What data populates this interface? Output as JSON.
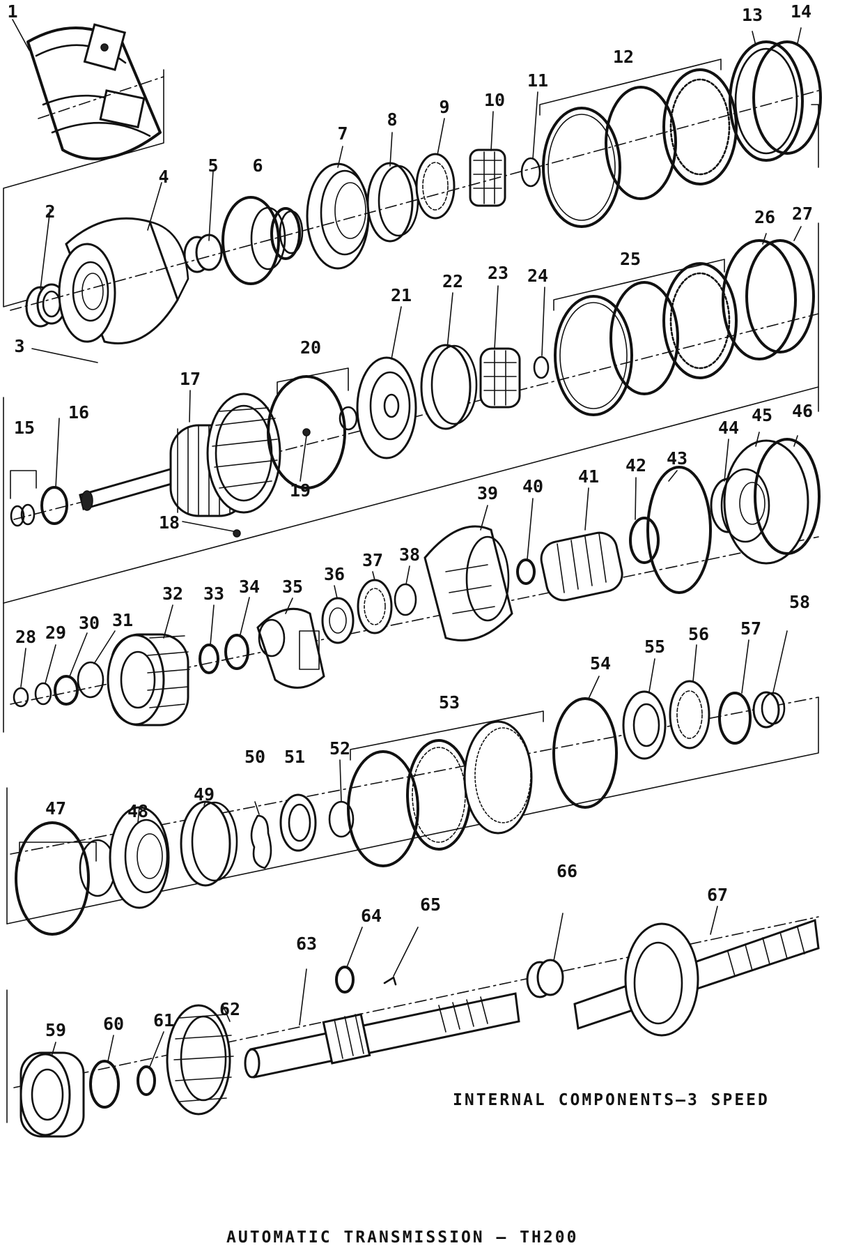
{
  "diagram": {
    "caption_internal": "INTERNAL COMPONENTS—3 SPEED",
    "caption_title": "AUTOMATIC TRANSMISSION – TH200",
    "callouts": [
      "1",
      "2",
      "3",
      "4",
      "5",
      "6",
      "7",
      "8",
      "9",
      "10",
      "11",
      "12",
      "13",
      "14",
      "15",
      "16",
      "17",
      "18",
      "19",
      "20",
      "21",
      "22",
      "23",
      "24",
      "25",
      "26",
      "27",
      "28",
      "29",
      "30",
      "31",
      "32",
      "33",
      "34",
      "35",
      "36",
      "37",
      "38",
      "39",
      "40",
      "41",
      "42",
      "43",
      "44",
      "45",
      "46",
      "47",
      "48",
      "49",
      "50",
      "51",
      "52",
      "53",
      "54",
      "55",
      "56",
      "57",
      "58",
      "59",
      "60",
      "61",
      "62",
      "63",
      "64",
      "65",
      "66",
      "67"
    ]
  }
}
